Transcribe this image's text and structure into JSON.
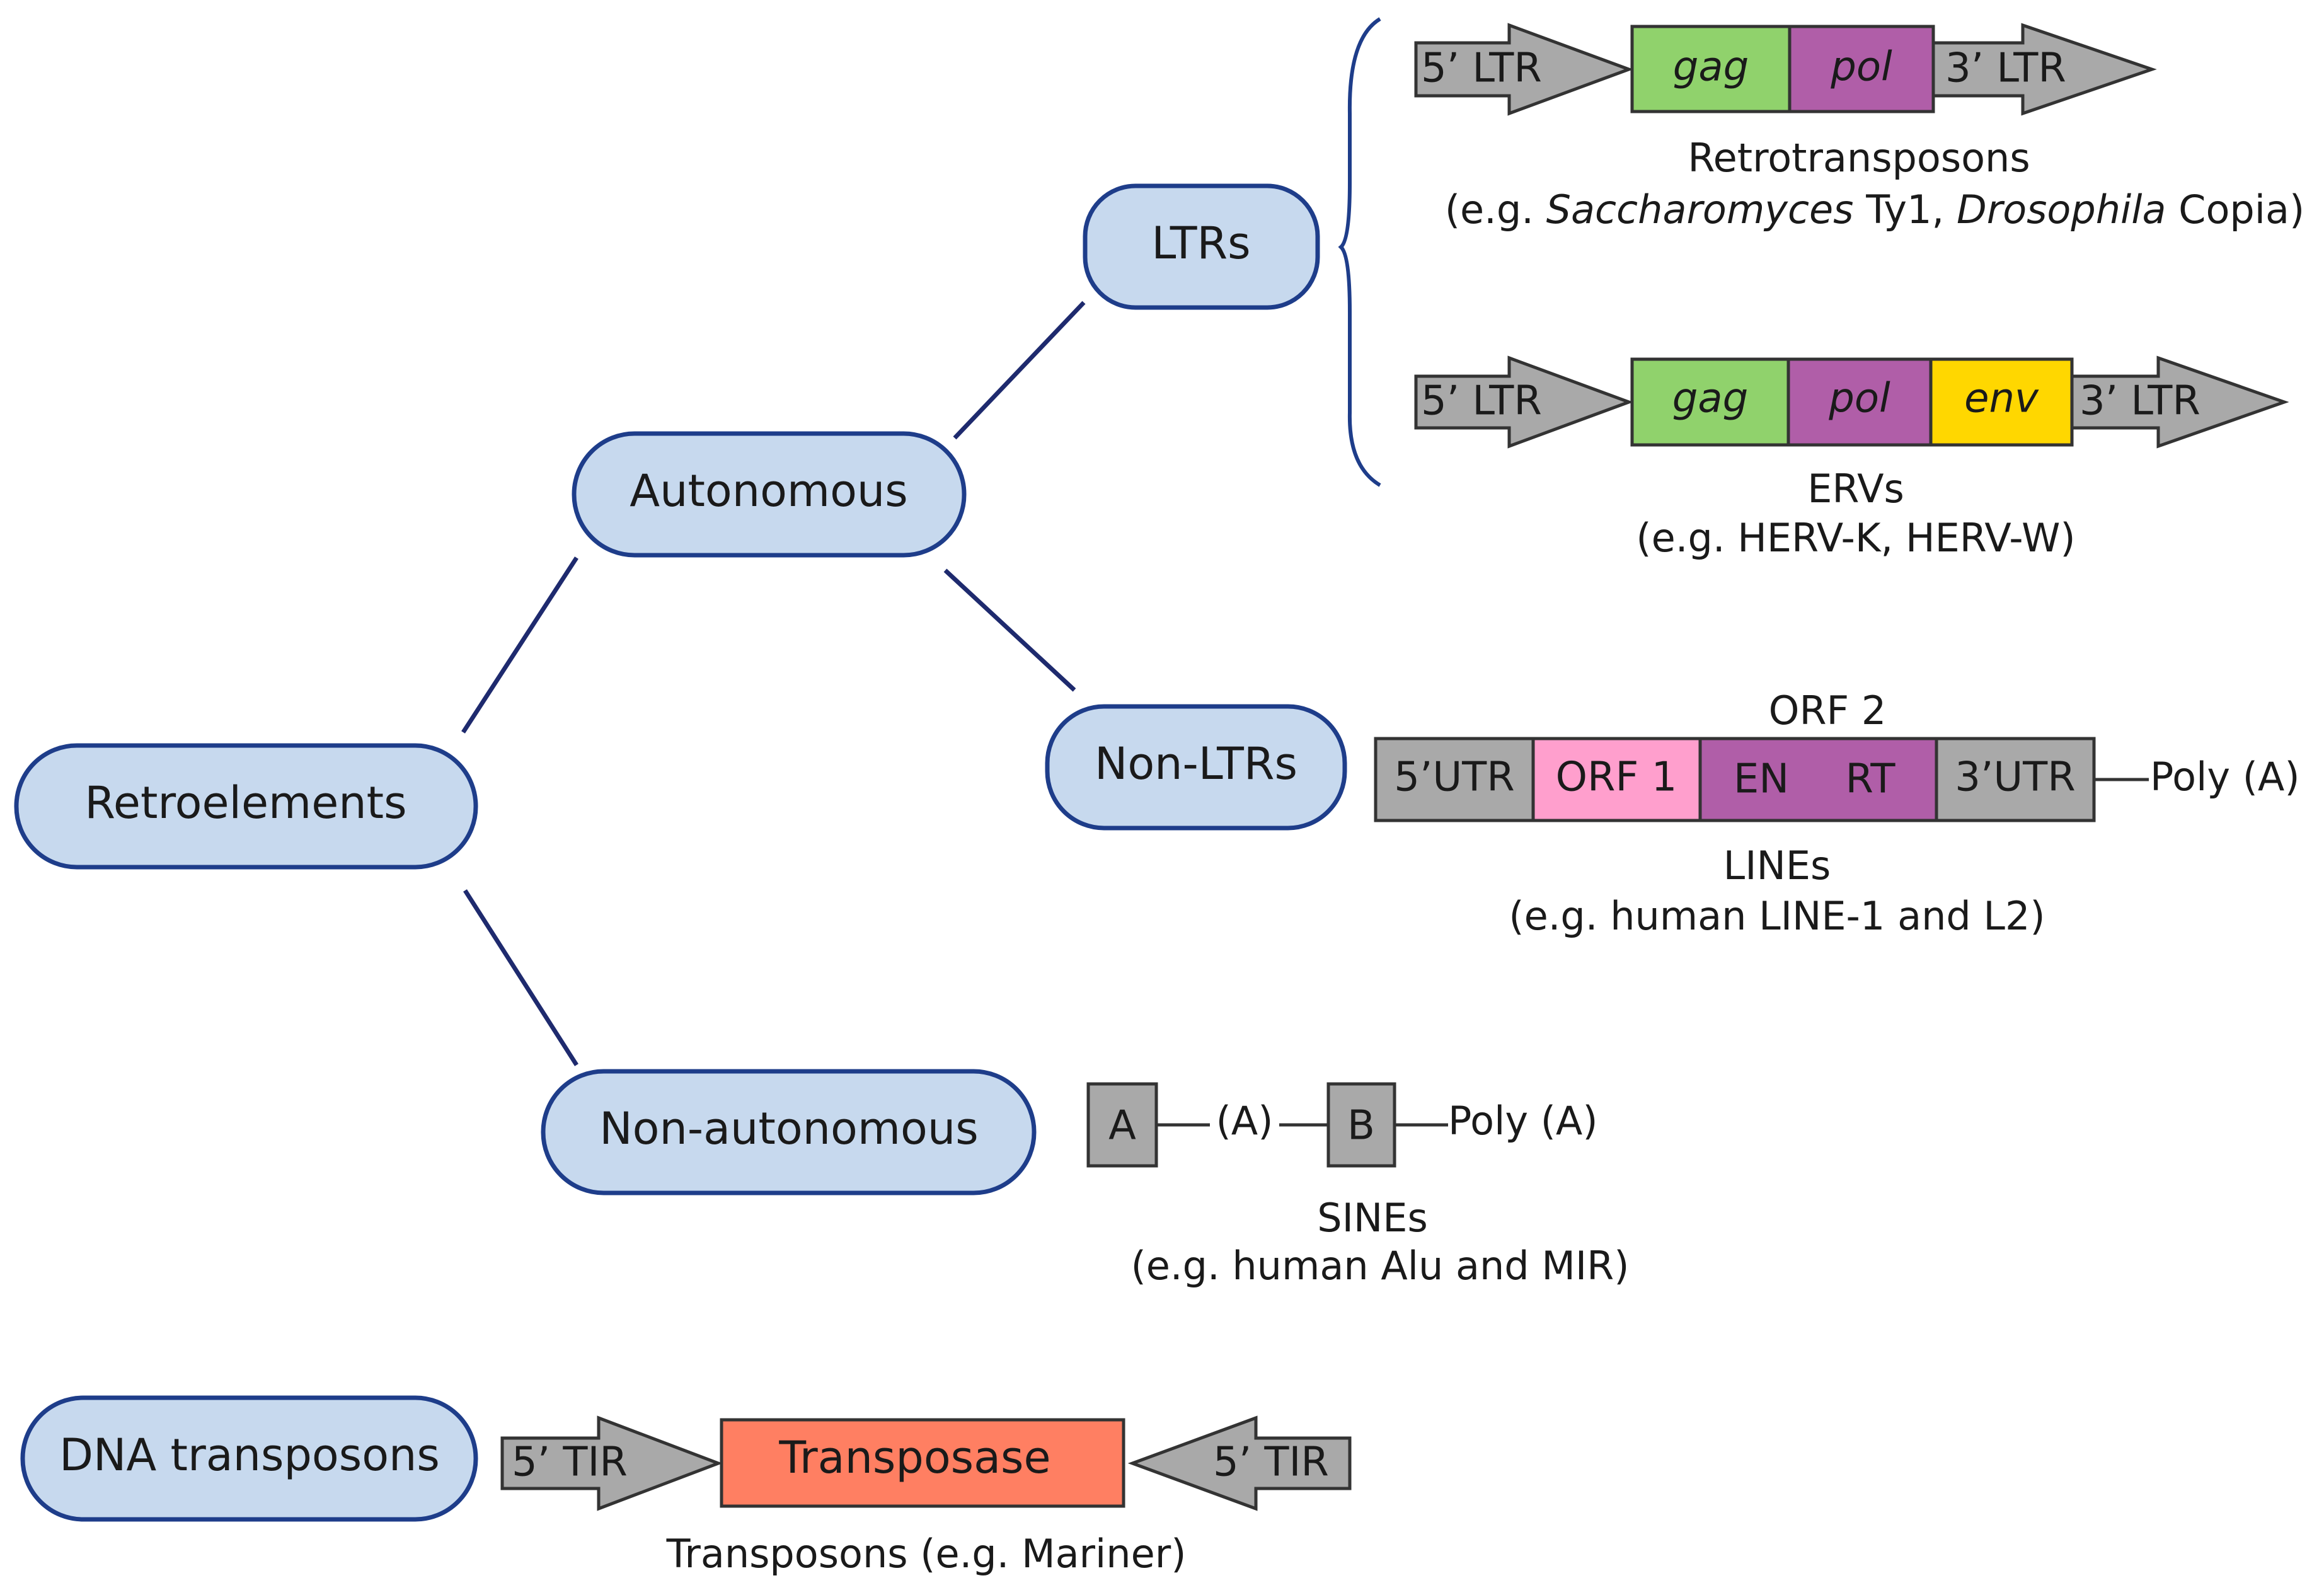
{
  "colors": {
    "node_fill": "#c7d9ee",
    "node_stroke": "#1e3d8a",
    "connector": "#1e2a6e",
    "ltr_gray": "#a9a9a9",
    "gag": "#90d26c",
    "pol": "#b05ea8",
    "env": "#ffd700",
    "orf1": "#ff9fcd",
    "transposase": "#ff7f62"
  },
  "nodes": {
    "retroelements": "Retroelements",
    "autonomous": "Autonomous",
    "non_autonomous": "Non-autonomous",
    "ltrs": "LTRs",
    "non_ltrs": "Non-LTRs",
    "dna_transposons": "DNA transposons"
  },
  "retrotransposons": {
    "five_ltr": "5’ LTR",
    "gag": "gag",
    "pol": "pol",
    "three_ltr": "3’ LTR",
    "title": "Retrotransposons",
    "example_open": "(e.g. ",
    "example_species1": "Saccharomyces",
    "example_mid": " Ty1, ",
    "example_species2": "Drosophila",
    "example_close": " Copia)"
  },
  "ervs": {
    "five_ltr": "5’ LTR",
    "gag": "gag",
    "pol": "pol",
    "env": "env",
    "three_ltr": "3’ LTR",
    "title": "ERVs",
    "example": "(e.g. HERV-K, HERV-W)"
  },
  "lines": {
    "orf2": "ORF 2",
    "five_utr": "5’UTR",
    "orf1": "ORF 1",
    "en": "EN",
    "rt": "RT",
    "three_utr": "3’UTR",
    "polya": "Poly (A)",
    "title": "LINEs",
    "example": "(e.g. human LINE-1 and L2)"
  },
  "sines": {
    "box_a": "A",
    "mid_a": "(A)",
    "box_b": "B",
    "polya": "Poly (A)",
    "title": "SINEs",
    "example": "(e.g. human Alu and MIR)"
  },
  "dna": {
    "five_tir_left": "5’ TIR",
    "transposase": "Transposase",
    "five_tir_right": "5’ TIR",
    "caption": "Transposons (e.g. Mariner)"
  }
}
